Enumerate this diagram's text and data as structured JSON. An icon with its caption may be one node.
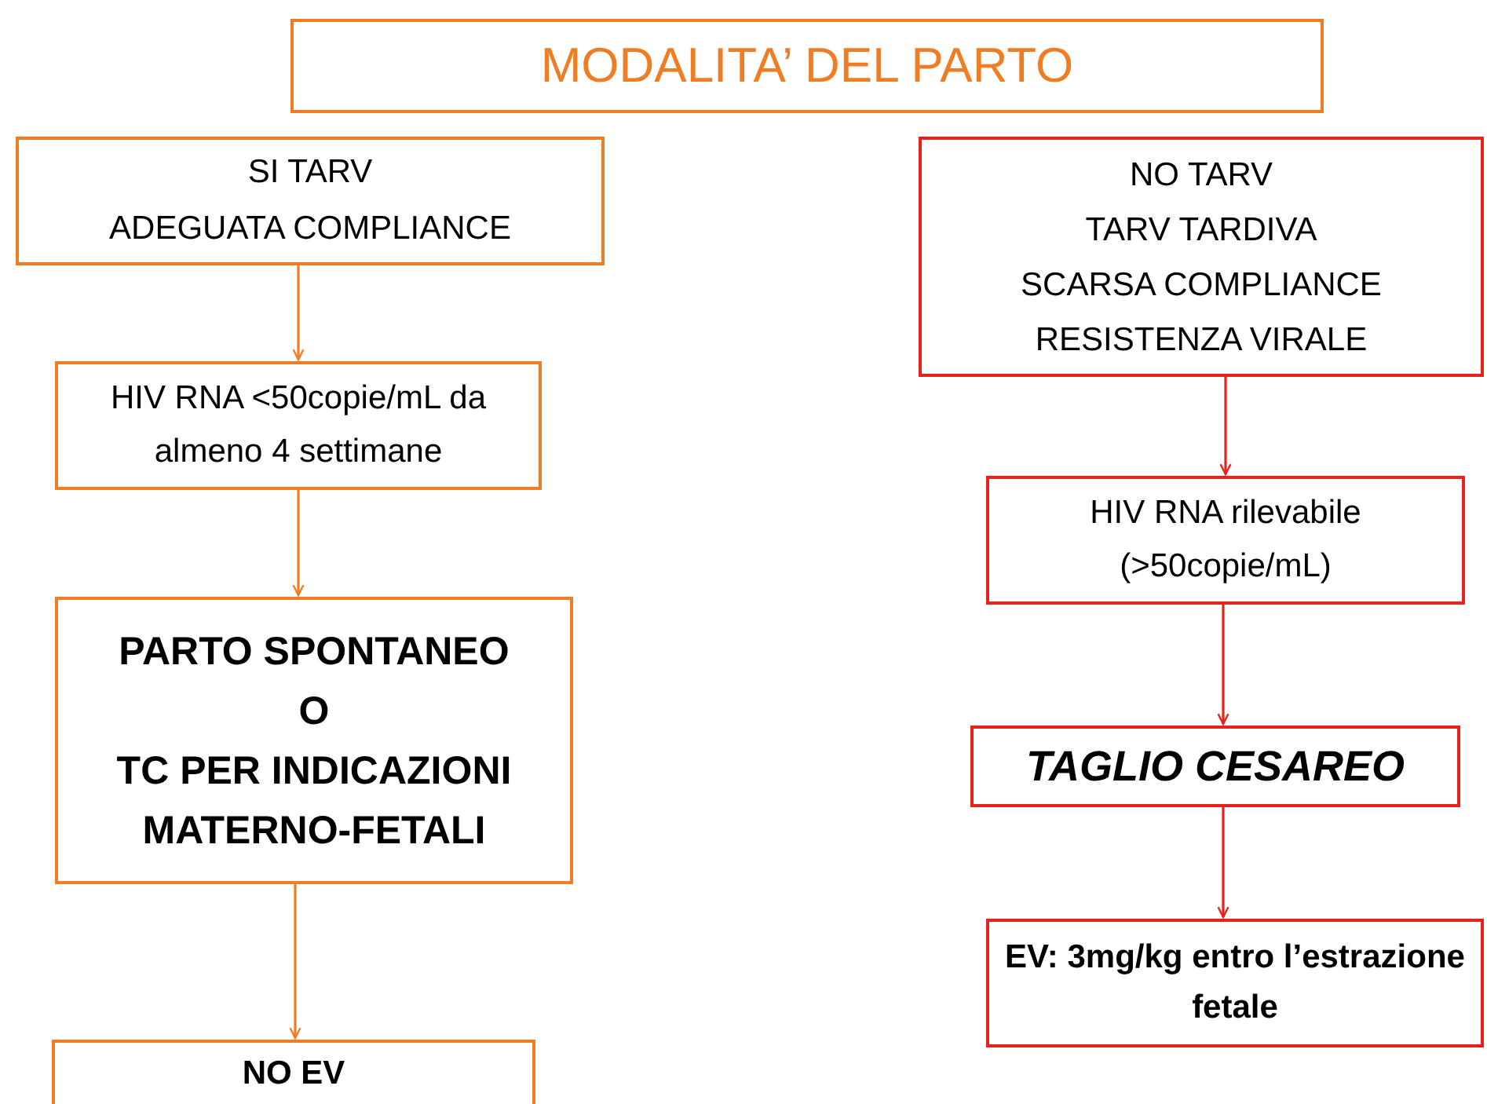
{
  "diagram": {
    "title": "MODALITA’ DEL PARTO",
    "nodes": [
      {
        "text": [
          "SI TARV",
          "ADEGUATA COMPLIANCE"
        ]
      },
      {
        "text": [
          "HIV RNA <50copie/mL da almeno 4 settimane"
        ]
      },
      {
        "text": [
          "PARTO SPONTANEO",
          "O",
          "TC PER INDICAZIONI MATERNO-FETALI"
        ]
      },
      {
        "text": [
          "NO EV"
        ]
      },
      {
        "text": [
          "NO TARV",
          "TARV TARDIVA",
          "SCARSA COMPLIANCE",
          "RESISTENZA VIRALE"
        ]
      },
      {
        "text": [
          "HIV RNA rilevabile (>50copie/mL)"
        ]
      },
      {
        "text": [
          "TAGLIO CESAREO"
        ]
      },
      {
        "text": [
          "EV: 3mg/kg entro l’estrazione fetale"
        ]
      }
    ],
    "edges": [
      {
        "from": 0,
        "to": 1,
        "arrow": "to",
        "color": "#f07d23"
      },
      {
        "from": 1,
        "to": 2,
        "arrow": "to",
        "color": "#f07d23"
      },
      {
        "from": 2,
        "to": 3,
        "arrow": "to",
        "color": "#f07d23"
      },
      {
        "from": 4,
        "to": 5,
        "arrow": "to",
        "color": "#e8211d"
      },
      {
        "from": 5,
        "to": 6,
        "arrow": "to",
        "color": "#e8211d"
      },
      {
        "from": 6,
        "to": 7,
        "arrow": "to",
        "color": "#e8211d"
      }
    ]
  }
}
